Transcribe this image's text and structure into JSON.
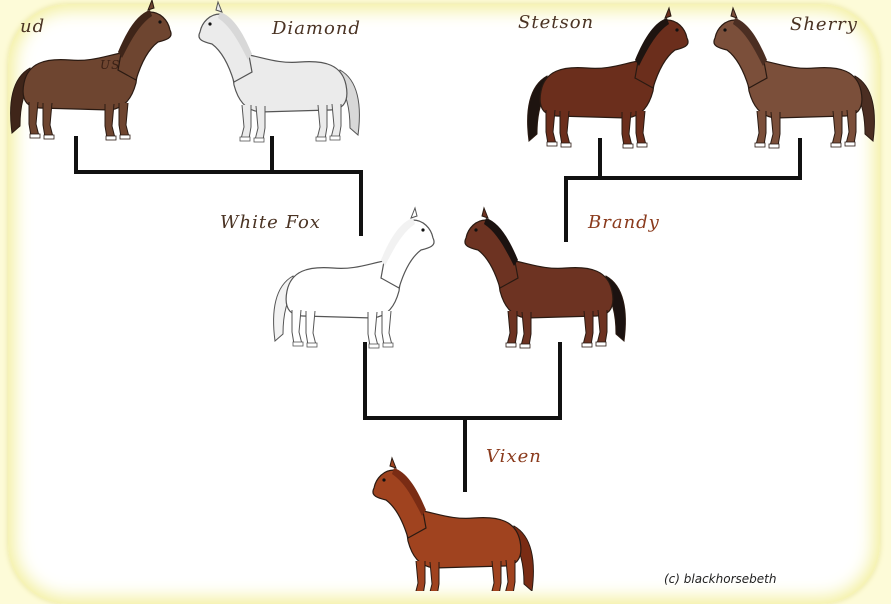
{
  "tree": {
    "grandparents": [
      {
        "name": "ud",
        "brand": "US",
        "color": "#6e4530",
        "mane": "#3f2519"
      },
      {
        "name": "Diamond",
        "color": "#ebebeb",
        "mane": "#d8d8d8"
      },
      {
        "name": "Stetson",
        "color": "#6b2e1c",
        "mane": "#1e1410"
      },
      {
        "name": "Sherry",
        "color": "#7b4f3a",
        "mane": "#4b2e22"
      }
    ],
    "parents": [
      {
        "name": "White Fox",
        "color": "#ffffff",
        "mane": "#f2f2f2"
      },
      {
        "name": "Brandy",
        "color": "#6d3322",
        "mane": "#1b1210"
      }
    ],
    "offspring": {
      "name": "Vixen",
      "color": "#a0431f",
      "mane": "#7a2c14"
    }
  },
  "credit": "(c) blackhorsebeth",
  "colors": {
    "line": "#111111",
    "frame_glow": "#f3ef9c",
    "background": "#fdfbd8"
  }
}
